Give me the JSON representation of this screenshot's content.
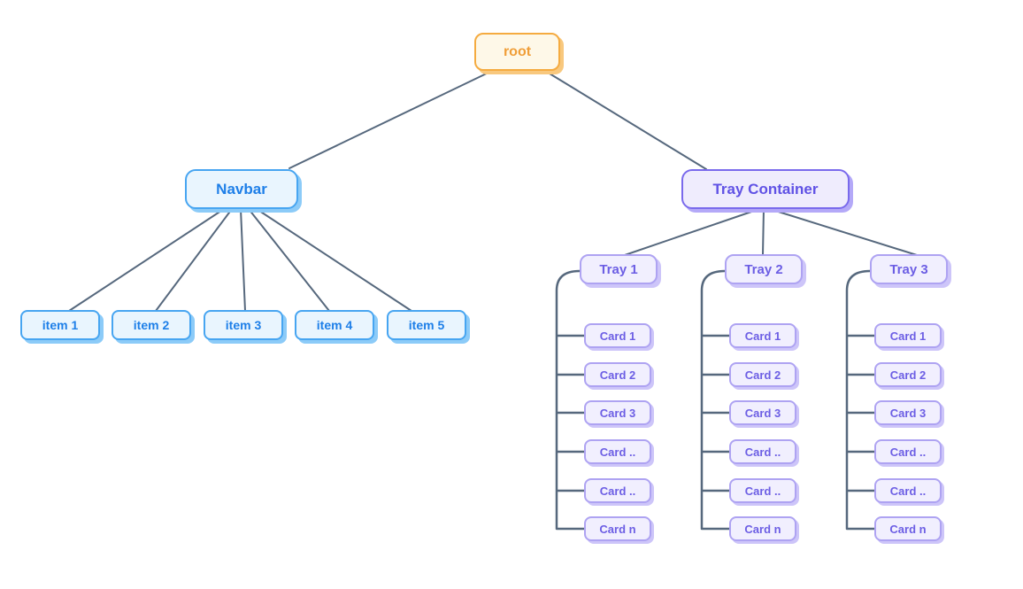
{
  "colors": {
    "canvas_bg": "#ffffff",
    "line": "#56687d",
    "root_bg": "#fef8e8",
    "root_border": "#f5ab40",
    "root_text": "#f09e38",
    "root_shadow": "#f8c87e",
    "blue_bg": "#e9f5fe",
    "blue_border": "#47a5f1",
    "blue_text": "#1e7fe8",
    "blue_shadow": "#8ccbf8",
    "purple_strong_bg": "#efecfd",
    "purple_strong_border": "#7a6aec",
    "purple_strong_text": "#6052e5",
    "purple_strong_shadow": "#b4a9f8",
    "purple_bg": "#f1effe",
    "purple_border": "#aea3f2",
    "purple_text": "#6c5ee4",
    "purple_shadow": "#cdc5f9"
  },
  "tree": {
    "root": {
      "label": "root"
    },
    "navbar": {
      "label": "Navbar",
      "items": [
        {
          "label": "item 1"
        },
        {
          "label": "item 2"
        },
        {
          "label": "item 3"
        },
        {
          "label": "item 4"
        },
        {
          "label": "item 5"
        }
      ]
    },
    "tray_container": {
      "label": "Tray Container",
      "trays": [
        {
          "label": "Tray 1",
          "cards": [
            {
              "label": "Card 1"
            },
            {
              "label": "Card 2"
            },
            {
              "label": "Card 3"
            },
            {
              "label": "Card .."
            },
            {
              "label": "Card .."
            },
            {
              "label": "Card n"
            }
          ]
        },
        {
          "label": "Tray 2",
          "cards": [
            {
              "label": "Card 1"
            },
            {
              "label": "Card 2"
            },
            {
              "label": "Card 3"
            },
            {
              "label": "Card .."
            },
            {
              "label": "Card .."
            },
            {
              "label": "Card n"
            }
          ]
        },
        {
          "label": "Tray 3",
          "cards": [
            {
              "label": "Card 1"
            },
            {
              "label": "Card 2"
            },
            {
              "label": "Card 3"
            },
            {
              "label": "Card .."
            },
            {
              "label": "Card .."
            },
            {
              "label": "Card n"
            }
          ]
        }
      ]
    }
  }
}
